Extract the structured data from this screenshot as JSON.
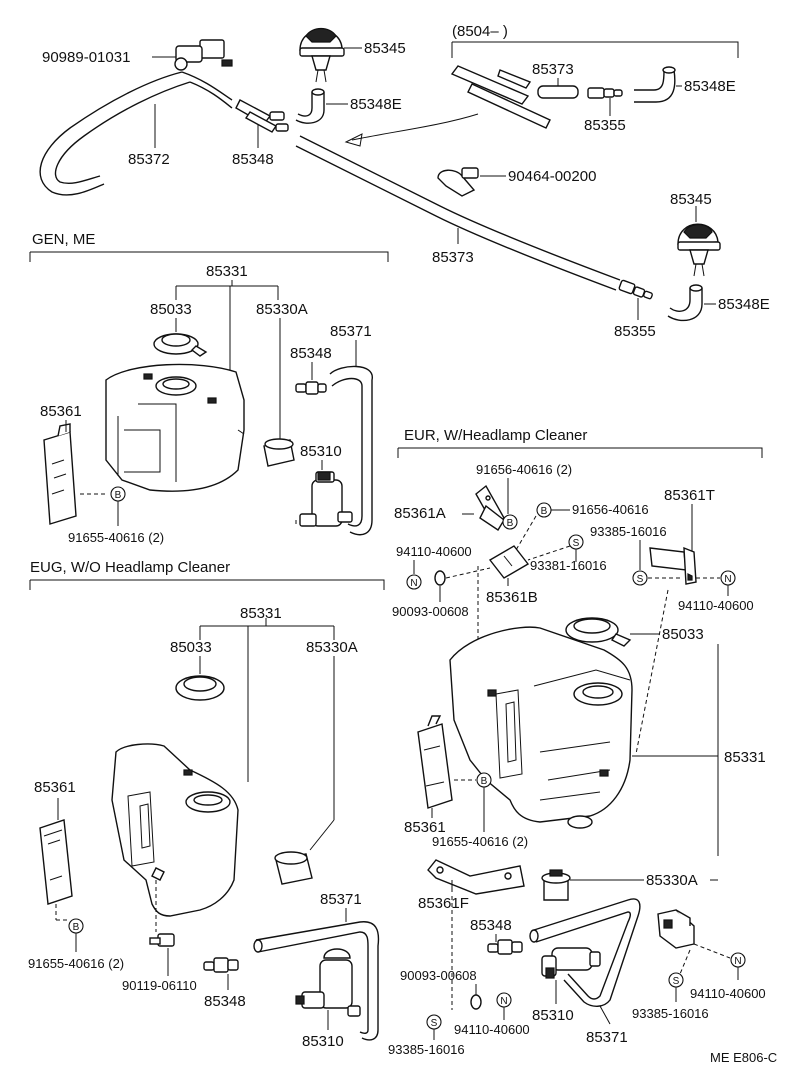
{
  "sections": {
    "gen_me": "GEN, ME",
    "eug": "EUG, W/O Headlamp Cleaner",
    "eur": "EUR, W/Headlamp Cleaner",
    "range": "(8504–          )"
  },
  "labels": {
    "p90989": "90989-01031",
    "p85345a": "85345",
    "p85373a": "85373",
    "p85348Ea": "85348E",
    "p85355a": "85355",
    "p85348Eb": "85348E",
    "p85372": "85372",
    "p85348a": "85348",
    "p90464": "90464-00200",
    "p85345b": "85345",
    "p85373b": "85373",
    "p85348Ec": "85348E",
    "p85355b": "85355",
    "g85331": "85331",
    "g85033": "85033",
    "g85330A": "85330A",
    "g85371": "85371",
    "g85348": "85348",
    "g85361": "85361",
    "g85310": "85310",
    "g91655": "91655-40616 (2)",
    "u85331": "85331",
    "u85033": "85033",
    "u85330A": "85330A",
    "u85361": "85361",
    "u91655": "91655-40616 (2)",
    "u90119": "90119-06110",
    "u85371": "85371",
    "u85348": "85348",
    "u85310": "85310",
    "e91656a": "91656-40616 (2)",
    "e85361A": "85361A",
    "e91656b": "91656-40616",
    "e85361T": "85361T",
    "e93385a": "93385-16016",
    "e94110a": "94110-40600",
    "e93381": "93381-16016",
    "e90093a": "90093-00608",
    "e85361B": "85361B",
    "e94110b": "94110-40600",
    "e85033": "85033",
    "e85331": "85331",
    "e85361": "85361",
    "e91655": "91655-40616 (2)",
    "e85330A": "85330A",
    "e85361F": "85361F",
    "e85348": "85348",
    "e90093b": "90093-00608",
    "e94110c": "94110-40600",
    "e85310": "85310",
    "e85371": "85371",
    "e93385b": "93385-16016",
    "e94110d": "94110-40600",
    "e93385c": "93385-16016",
    "code": "ME E806-C"
  },
  "symbols": {
    "b": "B",
    "s": "S",
    "n": "N"
  }
}
